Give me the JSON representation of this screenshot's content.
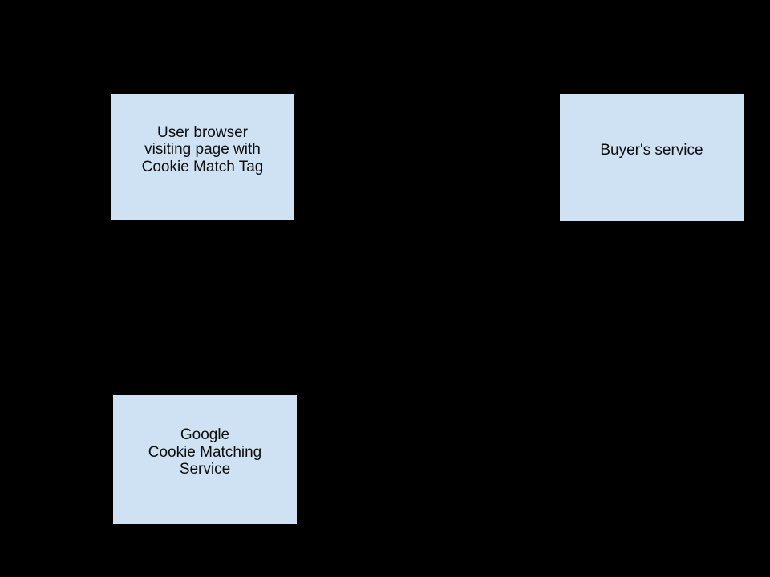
{
  "diagram": {
    "background_color": "#000000",
    "node_fill_color": "#cfe2f3",
    "node_border_color": "#000000",
    "node_text_color": "#0d0d0d",
    "nodes": [
      {
        "id": "user-browser",
        "lines": {
          "0": "User browser",
          "1": "visiting page with",
          "2": "Cookie Match Tag"
        }
      },
      {
        "id": "buyers-service",
        "lines": {
          "0": "Buyer's service"
        }
      },
      {
        "id": "google-cookie-matching-service",
        "lines": {
          "0": "Google",
          "1": "Cookie Matching",
          "2": "Service"
        }
      }
    ]
  }
}
